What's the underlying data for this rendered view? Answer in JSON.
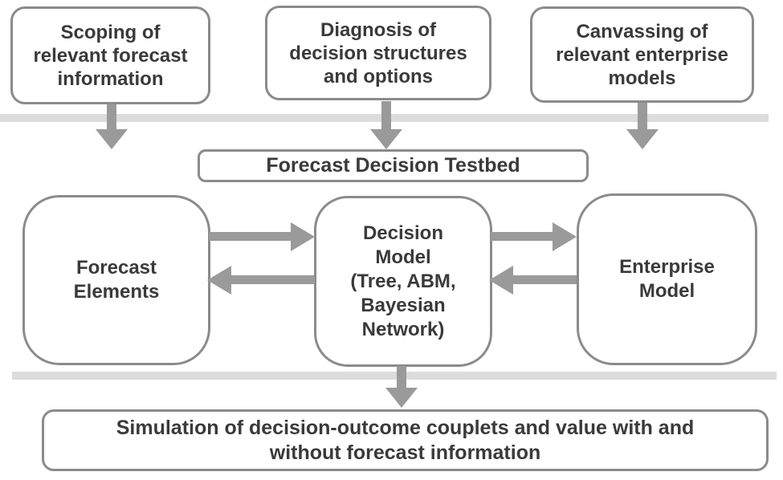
{
  "colors": {
    "background": "#ffffff",
    "border": "#8b8b8b",
    "text": "#3a3a3a",
    "arrow": "#9a9a9a",
    "band": "#dcdcdc"
  },
  "nodes": {
    "scoping": {
      "label": "Scoping of\nrelevant forecast\ninformation"
    },
    "diagnosis": {
      "label": "Diagnosis of\ndecision structures\nand options"
    },
    "canvassing": {
      "label": "Canvassing of\nrelevant enterprise\nmodels"
    },
    "testbed": {
      "label": "Forecast Decision Testbed"
    },
    "forecast_elements": {
      "label": "Forecast\nElements"
    },
    "decision_model": {
      "label": "Decision\nModel\n(Tree, ABM,\nBayesian\nNetwork)"
    },
    "enterprise_model": {
      "label": "Enterprise\nModel"
    },
    "simulation": {
      "label": "Simulation of decision-outcome couplets and value with and\nwithout forecast information"
    }
  },
  "connections": [
    {
      "from": "scoping",
      "to": "testbed",
      "direction": "down"
    },
    {
      "from": "diagnosis",
      "to": "testbed",
      "direction": "down"
    },
    {
      "from": "canvassing",
      "to": "enterprise_model",
      "direction": "down"
    },
    {
      "from": "forecast_elements",
      "to": "decision_model",
      "direction": "right"
    },
    {
      "from": "decision_model",
      "to": "forecast_elements",
      "direction": "left"
    },
    {
      "from": "decision_model",
      "to": "enterprise_model",
      "direction": "right"
    },
    {
      "from": "enterprise_model",
      "to": "decision_model",
      "direction": "left"
    },
    {
      "from": "decision_model",
      "to": "simulation",
      "direction": "down"
    }
  ]
}
